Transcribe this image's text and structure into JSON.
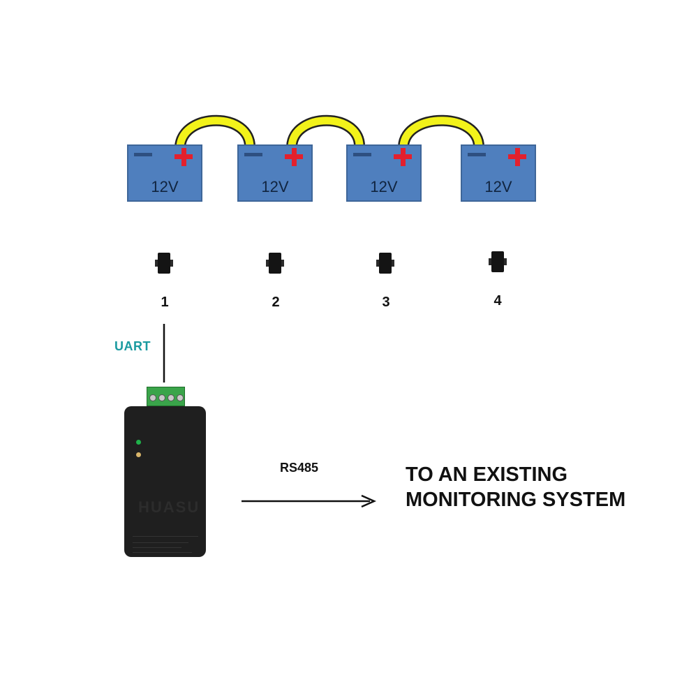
{
  "batteries": [
    {
      "label": "12V"
    },
    {
      "label": "12V"
    },
    {
      "label": "12V"
    },
    {
      "label": "12V"
    }
  ],
  "modules": [
    {
      "number": "1"
    },
    {
      "number": "2"
    },
    {
      "number": "3"
    },
    {
      "number": "4"
    }
  ],
  "links": {
    "uart_label": "UART",
    "rs485_label": "RS485"
  },
  "converter": {
    "brand": "HUASU"
  },
  "destination": {
    "line1": "TO AN EXISTING",
    "line2": "MONITORING SYSTEM"
  },
  "colors": {
    "battery_fill": "#4f7fbe",
    "jumper": "#f2f21a",
    "plus_sign": "#e3202d",
    "uart_text": "#1a9aa0"
  },
  "icons": {
    "battery": "battery-icon",
    "module": "bms-sensor-icon",
    "converter": "uart-rs485-converter-icon",
    "arrow": "arrow-right-icon"
  }
}
